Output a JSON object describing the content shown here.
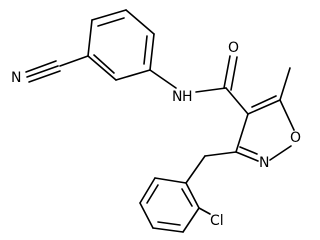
{
  "molecule": {
    "atoms": {
      "n_nitrile": "N",
      "n_amide": "N",
      "h_amide": "H",
      "o_carbonyl": "O",
      "n_ring": "N",
      "o_ring": "O",
      "cl": "Cl"
    },
    "colors": {
      "bond": "#000000",
      "text": "#000000",
      "background": "#ffffff"
    }
  }
}
